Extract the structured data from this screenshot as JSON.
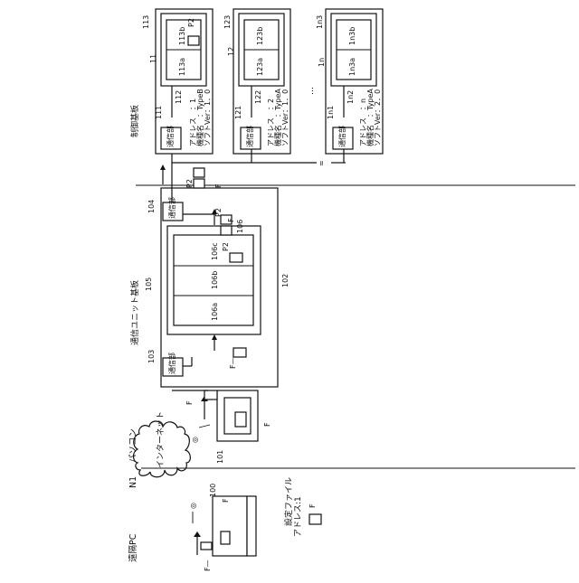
{
  "labels": {
    "remote_pc": "遠隔PC",
    "pc": "パソコン",
    "internet": "インターネット",
    "comm_unit_board": "通信ユニット基板",
    "control_board": "制御基板",
    "comm_part": "通信部",
    "settings_file": "設定ファイル",
    "settings_address": "アドレス:1",
    "dots": "…"
  },
  "refs": {
    "N1": "N1",
    "r100": "100",
    "r101": "101",
    "r102": "102",
    "r103": "103",
    "r104": "104",
    "r105": "105",
    "r106": "106",
    "r106a": "106a",
    "r106b": "106b",
    "r106c": "106c",
    "r11": "11",
    "r111": "111",
    "r112": "112",
    "r113": "113",
    "r113a": "113a",
    "r113b": "113b",
    "r12": "12",
    "r121": "121",
    "r122": "122",
    "r123": "123",
    "r123a": "123a",
    "r123b": "123b",
    "r1n": "1n",
    "r1n1": "1n1",
    "r1n2": "1n2",
    "r1n3": "1n3",
    "r1n3a": "1n3a",
    "r1n3b": "1n3b",
    "F": "F",
    "P2": "P2",
    "Fdash": "F—"
  },
  "boards": [
    {
      "addr": "アドレス　：1",
      "model": "機種名　：TypeB",
      "soft": "ソフトVer：1．0"
    },
    {
      "addr": "アドレス　：2",
      "model": "機種名　：TypeA",
      "soft": "ソフトVer：1．0"
    },
    {
      "addr": "アドレス　：n",
      "model": "機種名　：TypeA",
      "soft": "ソフトVer：2．0"
    }
  ]
}
